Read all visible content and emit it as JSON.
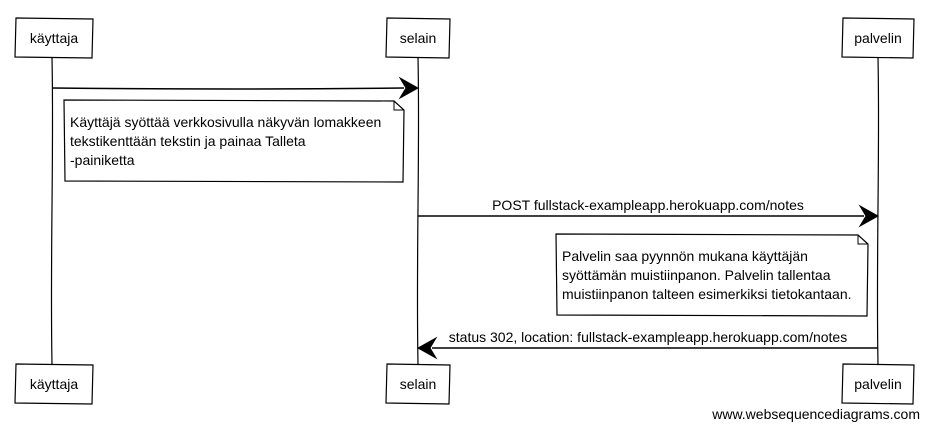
{
  "participants": [
    {
      "id": "kayttaja",
      "label": "käyttaja"
    },
    {
      "id": "selain",
      "label": "selain"
    },
    {
      "id": "palvelin",
      "label": "palvelin"
    }
  ],
  "messages": [
    {
      "from": "kayttaja",
      "to": "selain",
      "label": ""
    },
    {
      "from": "selain",
      "to": "palvelin",
      "label": "POST fullstack-exampleapp.herokuapp.com/notes"
    },
    {
      "from": "palvelin",
      "to": "selain",
      "label": "status 302, location: fullstack-exampleapp.herokuapp.com/notes"
    }
  ],
  "notes": [
    {
      "anchor": "kayttaja",
      "lines": [
        "Käyttäjä syöttää verkkosivulla näkyvän lomakkeen",
        "tekstikenttään tekstin ja painaa Talleta",
        "-painiketta"
      ]
    },
    {
      "anchor": "palvelin",
      "lines": [
        "Palvelin saa pyynnön mukana käyttäjän",
        "syöttämän muistiinpanon. Palvelin tallentaa",
        "muistiinpanon talteen esimerkiksi tietokantaan."
      ]
    }
  ],
  "watermark": "www.websequencediagrams.com"
}
